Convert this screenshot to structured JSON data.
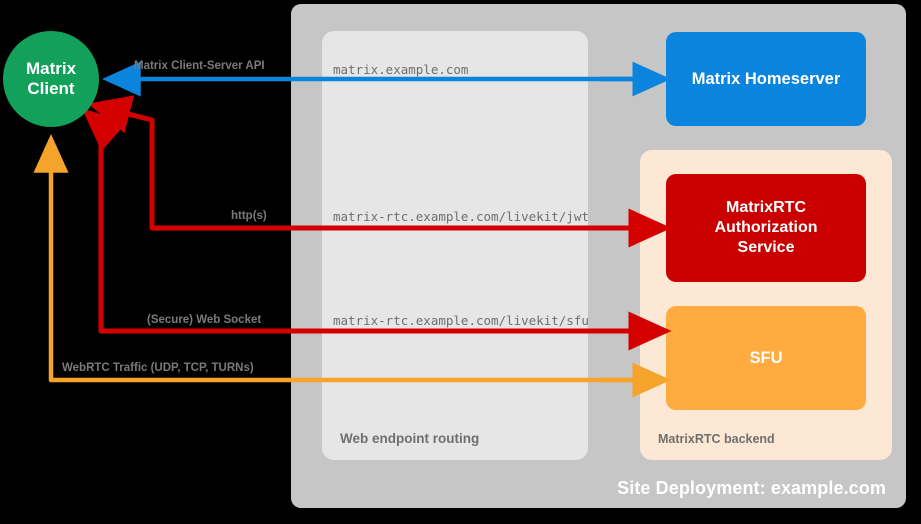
{
  "diagram": {
    "site_caption": "Site Deployment: example.com",
    "routing_caption": "Web endpoint routing",
    "backend_caption": "MatrixRTC backend"
  },
  "nodes": {
    "client": "Matrix\nClient",
    "client_line1": "Matrix",
    "client_line2": "Client",
    "homeserver": "Matrix Homeserver",
    "auth_line1": "MatrixRTC",
    "auth_line2": "Authorization",
    "auth_line3": "Service",
    "sfu": "SFU"
  },
  "endpoints": {
    "homeserver": "matrix.example.com",
    "jwt": "matrix-rtc.example.com/livekit/jwt",
    "sfu": "matrix-rtc.example.com/livekit/sfu"
  },
  "connections": [
    {
      "label": "Matrix Client-Server API",
      "color": "#0b84dd",
      "protocol": "csapi"
    },
    {
      "label": "http(s)",
      "color": "#d40000",
      "protocol": "http"
    },
    {
      "label": "(Secure) Web Socket",
      "color": "#d40000",
      "protocol": "websocket"
    },
    {
      "label": "WebRTC Traffic (UDP, TCP, TURNs)",
      "color": "#f5a32a",
      "protocol": "webrtc"
    }
  ],
  "colors": {
    "background": "#000000",
    "site_panel": "#c6c6c6",
    "routing_panel": "#e6e6e6",
    "backend_panel": "#fce8d5",
    "client_green": "#13a05a",
    "homeserver_blue": "#0b84dd",
    "auth_red": "#ca0000",
    "sfu_orange": "#ffab40",
    "wire_red": "#d40000",
    "wire_orange": "#f5a32a",
    "wire_blue": "#0b84dd",
    "caption_gray": "#6f6f6f"
  }
}
